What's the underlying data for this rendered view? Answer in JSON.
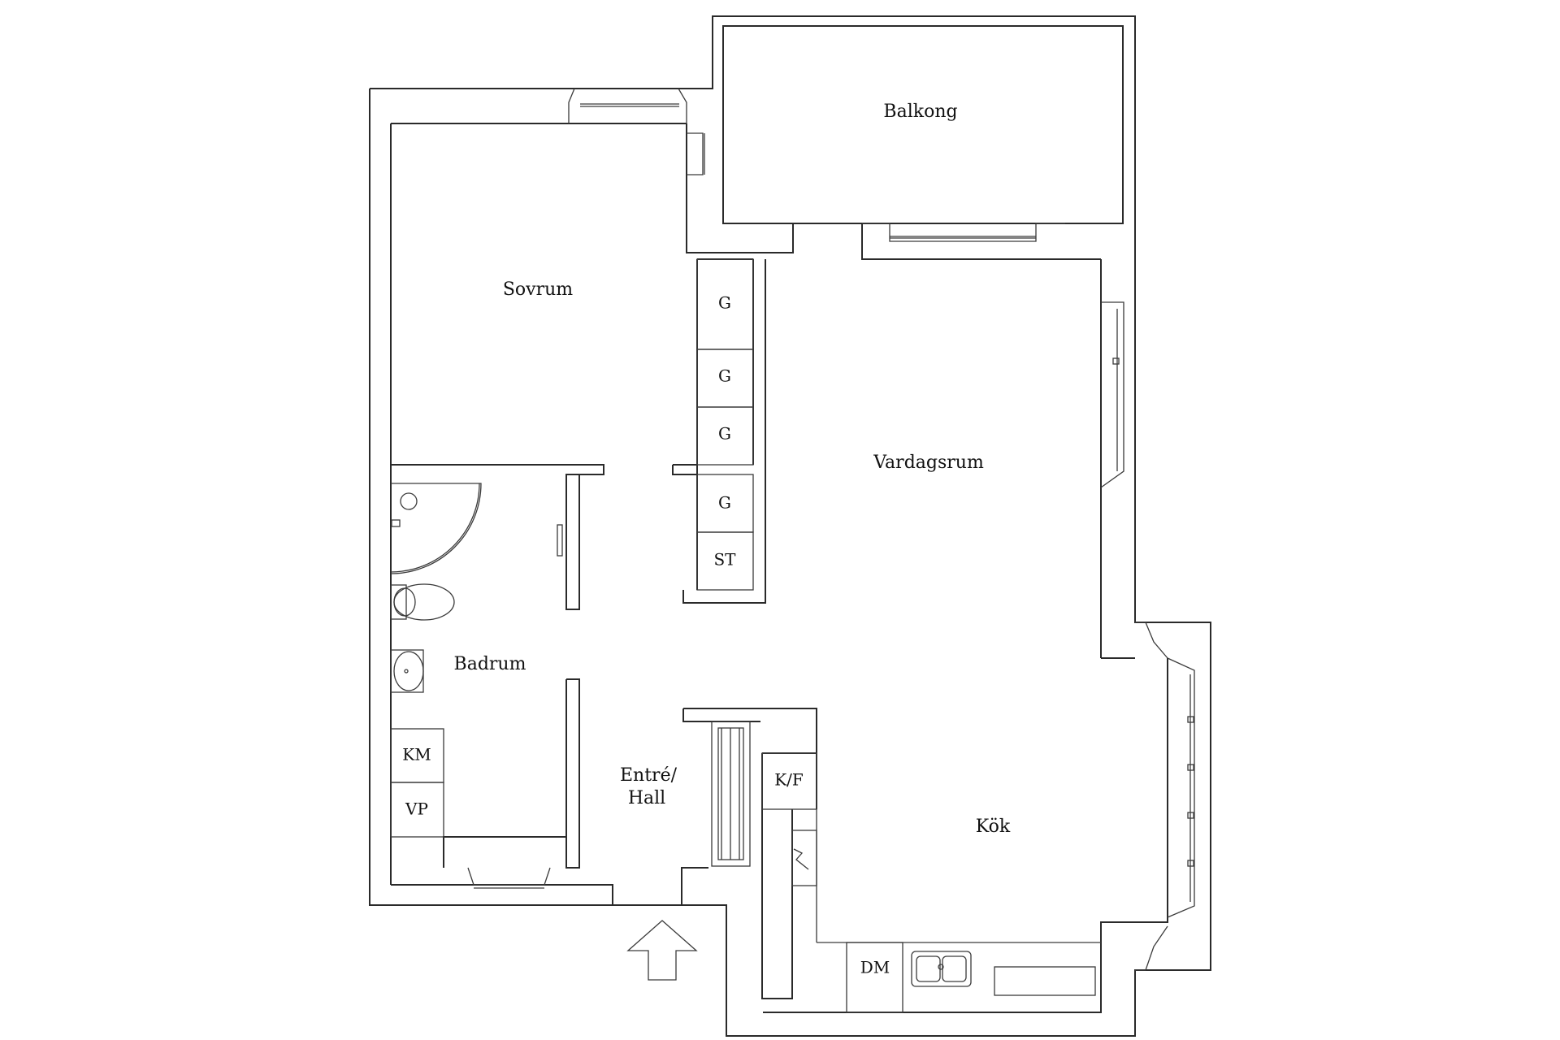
{
  "rooms": {
    "balkong": "Balkong",
    "sovrum": "Sovrum",
    "vardagsrum": "Vardagsrum",
    "badrum": "Badrum",
    "entre_line1": "Entré/",
    "entre_line2": "Hall",
    "kok": "Kök"
  },
  "fixtures": {
    "wardrobe_1": "G",
    "wardrobe_2": "G",
    "wardrobe_3": "G",
    "wardrobe_4": "G",
    "storage": "ST",
    "washing_machine": "KM",
    "water_heater": "VP",
    "fridge_freezer": "K/F",
    "dishwasher": "DM"
  }
}
